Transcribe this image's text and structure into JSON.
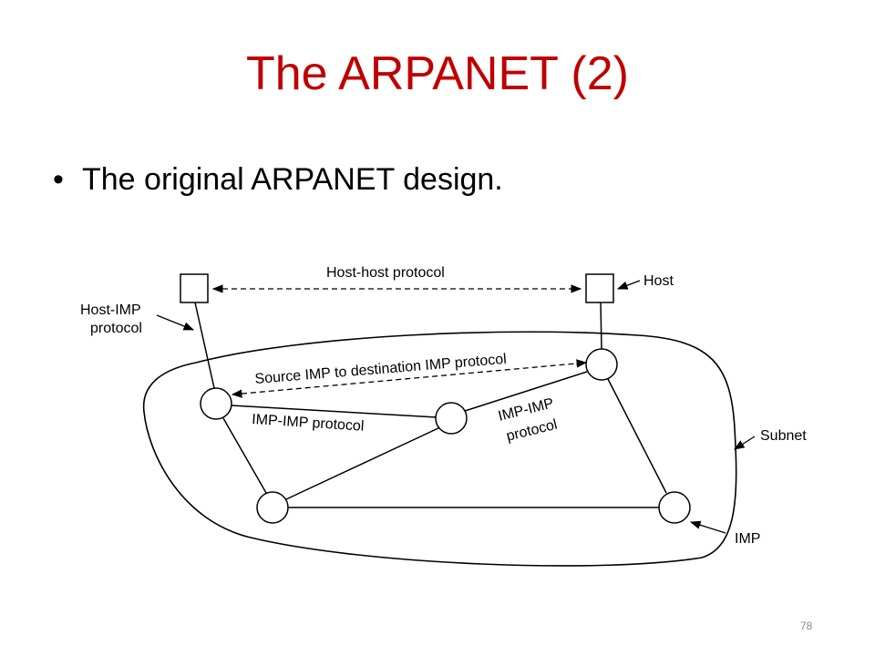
{
  "slide": {
    "title": "The ARPANET (2)",
    "bullet": "The original ARPANET design.",
    "number": "78"
  },
  "diagram": {
    "labels": {
      "host_host_protocol": "Host-host protocol",
      "host": "Host",
      "host_imp_line1": "Host-IMP",
      "host_imp_line2": "protocol",
      "source_imp_protocol": "Source IMP to destination IMP protocol",
      "imp_imp_protocol_left": "IMP-IMP protocol",
      "imp_imp_right_line1": "IMP-IMP",
      "imp_imp_right_line2": "protocol",
      "subnet": "Subnet",
      "imp": "IMP"
    }
  },
  "colors": {
    "title": "#c00000",
    "text": "#000000",
    "slide_number": "#888888"
  }
}
